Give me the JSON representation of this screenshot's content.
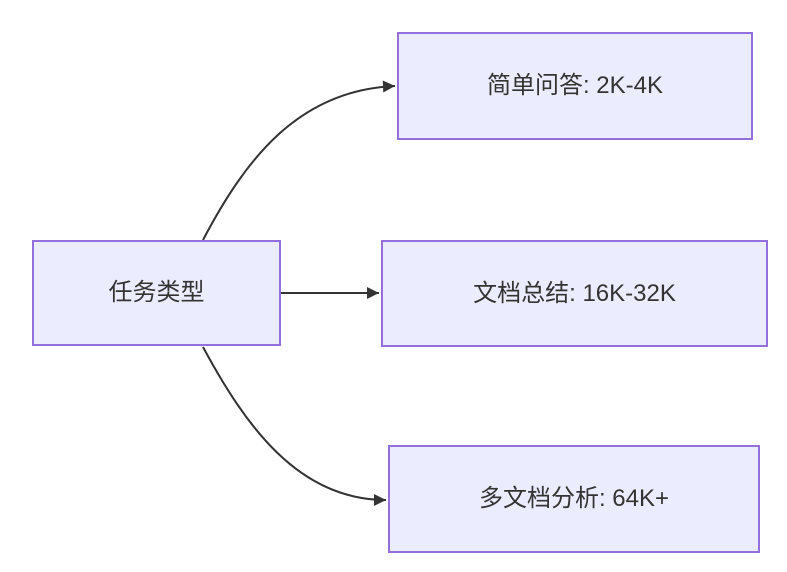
{
  "diagram": {
    "type": "flowchart",
    "direction": "left-to-right",
    "root": {
      "id": "task-type",
      "label": "任务类型"
    },
    "branches": [
      {
        "id": "simple-qa",
        "label": "简单问答: 2K-4K"
      },
      {
        "id": "doc-summary",
        "label": "文档总结: 16K-32K"
      },
      {
        "id": "multi-doc-analysis",
        "label": "多文档分析: 64K+"
      }
    ],
    "edges": [
      {
        "from": "任务类型",
        "to": "简单问答: 2K-4K"
      },
      {
        "from": "任务类型",
        "to": "文档总结: 16K-32K"
      },
      {
        "from": "任务类型",
        "to": "多文档分析: 64K+"
      }
    ]
  },
  "colors": {
    "node_fill": "#ECECFF",
    "node_border": "#9370DB",
    "edge_stroke": "#333333",
    "label_text": "#333333",
    "background": "#FFFFFF"
  }
}
